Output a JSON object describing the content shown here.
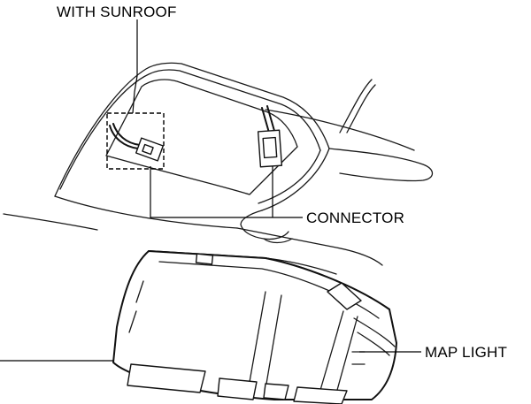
{
  "labels": {
    "with_sunroof": "WITH SUNROOF",
    "connector": "CONNECTOR",
    "map_light": "MAP LIGHT"
  }
}
